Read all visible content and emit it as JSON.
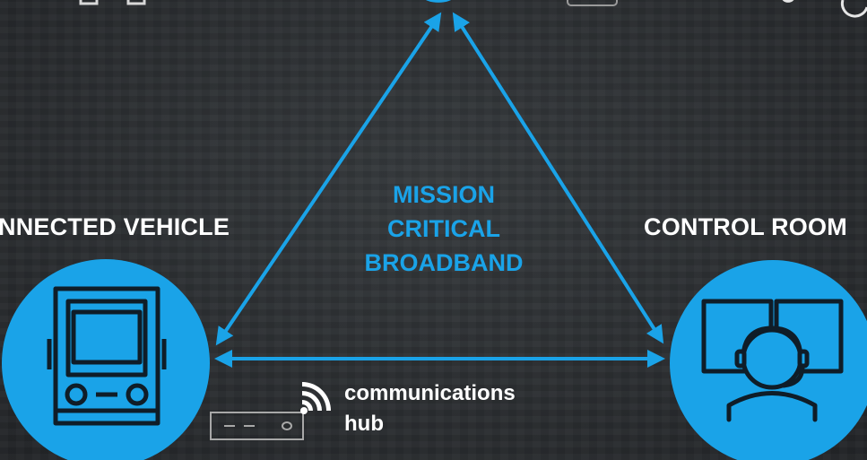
{
  "labels": {
    "vehicle": "NNECTED VEHICLE",
    "control_room": "CONTROL ROOM",
    "center_line1": "MISSION",
    "center_line2": "CRITICAL",
    "center_line3": "BROADBAND",
    "hub_line1": "communications",
    "hub_line2": "hub"
  },
  "colors": {
    "accent": "#1aa3e8",
    "text": "#ffffff",
    "background": "#2b2e31"
  },
  "icons": {
    "vehicle": "truck-icon",
    "control_room": "operator-headset-icon",
    "hub": "router-icon",
    "signal": "wifi-signal-icon"
  }
}
